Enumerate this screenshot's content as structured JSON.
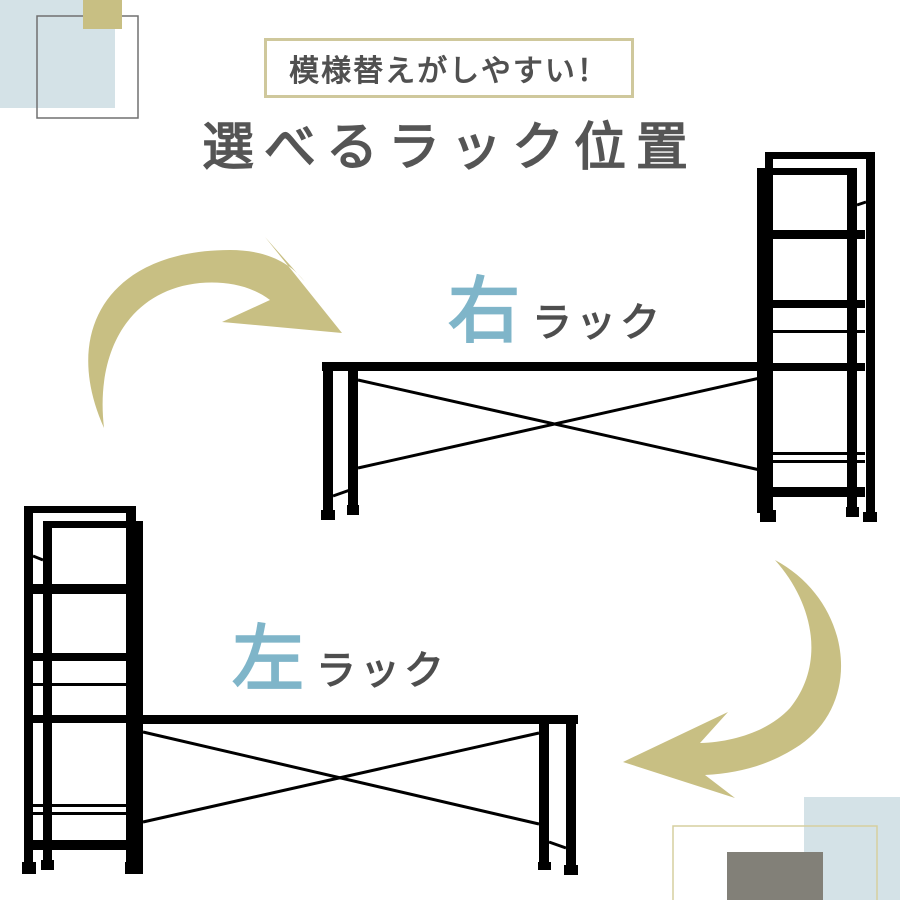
{
  "tagline": "模様替えがしやすい！",
  "headline": "選べるラック位置",
  "right_option": {
    "kanji": "右",
    "suffix": "ラック"
  },
  "left_option": {
    "kanji": "左",
    "suffix": "ラック"
  },
  "colors": {
    "accent_gold": "#c8bf83",
    "accent_blue": "#7fb5c9",
    "pale_blue": "#d4e2e7",
    "gray_block": "#828078",
    "text": "#505050",
    "frame": "#000000"
  },
  "icons": [
    "curved-arrow-right",
    "curved-arrow-left"
  ]
}
